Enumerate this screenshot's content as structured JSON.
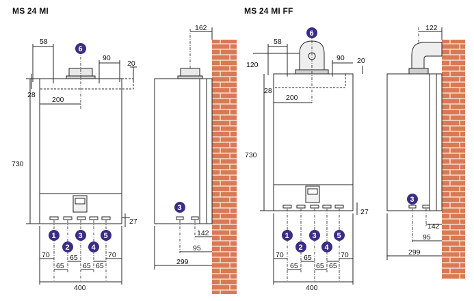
{
  "diagram": {
    "left_title": "MS 24 MI",
    "right_title": "MS 24 MI FF",
    "callouts": [
      "1",
      "2",
      "3",
      "4",
      "5",
      "6"
    ],
    "front_left": {
      "top_58": "58",
      "top_90": "90",
      "top_20": "20",
      "side_28": "28",
      "width_200": "200",
      "height_730": "730",
      "bottom_27": "27",
      "spacing_70a": "70",
      "spacing_65a": "65",
      "spacing_65b": "65",
      "spacing_65c": "65",
      "spacing_65d": "65",
      "spacing_70b": "70",
      "total_width": "400"
    },
    "side_left": {
      "top_162": "162",
      "dim_142": "142",
      "dim_95": "95",
      "dim_299": "299"
    },
    "front_right": {
      "top_58": "58",
      "top_90": "90",
      "top_20": "20",
      "side_120": "120",
      "side_28": "28",
      "width_200": "200",
      "height_730": "730",
      "bottom_27": "27",
      "spacing_70a": "70",
      "spacing_65a": "65",
      "spacing_65b": "65",
      "spacing_65c": "65",
      "spacing_65d": "65",
      "spacing_70b": "70",
      "total_width": "400"
    },
    "side_right": {
      "top_122": "122",
      "dim_142": "142",
      "dim_95": "95",
      "dim_299": "299"
    },
    "colors": {
      "brick": "#d97a55",
      "mortar": "#f5e6da",
      "callout": "#3a2d86",
      "line": "#222222"
    }
  }
}
